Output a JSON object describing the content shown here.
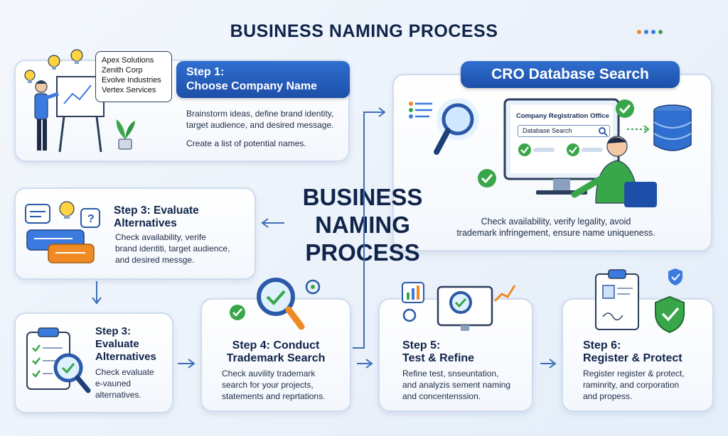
{
  "title": "BUSINESS NAMING PROCESS",
  "center_title": [
    "BUSINESS",
    "NAMING",
    "PROCESS"
  ],
  "step1": {
    "banner": [
      "Step 1:",
      "Choose Company Name"
    ],
    "description": [
      "Brainstorm ideas, define brand identity,",
      "target audience, and desired message."
    ],
    "note": "Create a list of potential names.",
    "name_bubble": [
      "Apex Solutions",
      "Zenith Corp",
      "Evolve Industries",
      "Vertex Services"
    ]
  },
  "cro": {
    "banner": "CRO Database Search",
    "office_label": "Company Registration Office",
    "search_label": "Database Search",
    "description": [
      "Check availability, verify legality, avoid",
      "trademark infringement, ensure name uniqueness."
    ]
  },
  "step3a": {
    "title": [
      "Step 3: Evaluate",
      "Alternatives"
    ],
    "description": [
      "Check availability, verife",
      "brand identiti, target audience,",
      "and desired messge."
    ]
  },
  "step3b": {
    "title": [
      "Step 3:",
      "Evaluate",
      "Alternatives"
    ],
    "description": [
      "Check evaluate",
      "e-vauned",
      "alternatives."
    ]
  },
  "step4": {
    "title": [
      "Step 4: Conduct",
      "Trademark Search"
    ],
    "description": [
      "Check auvility trademark",
      "search for your projects,",
      "statements and reprtations."
    ]
  },
  "step5": {
    "title": [
      "Step 5:",
      "Test & Refine"
    ],
    "description": [
      "Refine test, snseuntation,",
      "and analyzis sement naming",
      "and concentenssion."
    ]
  },
  "step6": {
    "title": [
      "Step 6:",
      "Register & Protect"
    ],
    "description": [
      "Register register & protect,",
      "raminrity, and corporation",
      "and propess."
    ]
  },
  "colors": {
    "banner_blue": "#1d4fa8",
    "title_navy": "#10244a",
    "check_green": "#3aa64a",
    "card_border": "#cfdcee"
  },
  "icons": [
    "lightbulb-icon",
    "presenter-icon",
    "plant-icon",
    "magnifier-icon",
    "database-icon",
    "checkmark-icon",
    "speech-bubbles-icon",
    "clipboard-icon",
    "monitor-icon",
    "shield-icon",
    "certificate-icon",
    "arrow-icon"
  ]
}
